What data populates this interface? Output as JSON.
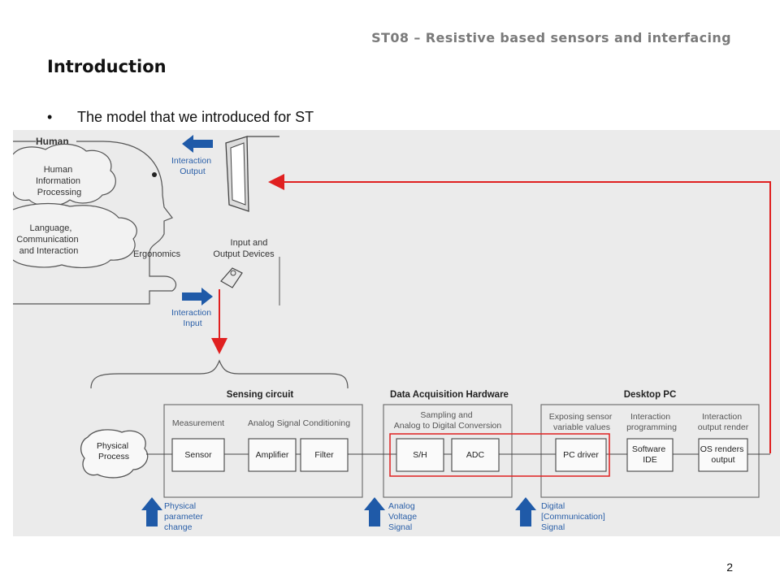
{
  "slide": {
    "course_title": "ST08 – Resistive based sensors and interfacing",
    "section_title": "Introduction",
    "bullet_marker": "•",
    "bullet_text": "The model that we introduced for ST",
    "page_number": "2"
  },
  "diagram": {
    "human_label": "Human",
    "human_info_processing": [
      "Human",
      "Information",
      "Processing"
    ],
    "language_comm": [
      "Language,",
      "Communication",
      "and Interaction"
    ],
    "ergonomics": "Ergonomics",
    "interaction_output": [
      "Interaction",
      "Output"
    ],
    "input_output_devices": [
      "Input and",
      "Output Devices"
    ],
    "interaction_input": [
      "Interaction",
      "Input"
    ],
    "sensing_circuit": "Sensing circuit",
    "data_acquisition": "Data Acquisition Hardware",
    "desktop_pc": "Desktop PC",
    "physical_process": [
      "Physical",
      "Process"
    ],
    "measurement": "Measurement",
    "analog_signal_conditioning": "Analog Signal Conditioning",
    "sampling_conversion": [
      "Sampling and",
      "Analog to Digital Conversion"
    ],
    "exposing_sensor": [
      "Exposing sensor",
      "variable values"
    ],
    "interaction_programming": [
      "Interaction",
      "programming"
    ],
    "interaction_output_render": [
      "Interaction",
      "output render"
    ],
    "sensor": "Sensor",
    "amplifier": "Amplifier",
    "filter": "Filter",
    "sh": "S/H",
    "adc": "ADC",
    "pc_driver": "PC driver",
    "software_ide": [
      "Software",
      "IDE"
    ],
    "os_renders": [
      "OS renders",
      "output"
    ],
    "physical_parameter_change": [
      "Physical",
      "parameter",
      "change"
    ],
    "analog_voltage_signal": [
      "Analog",
      "Voltage",
      "Signal"
    ],
    "digital_comm_signal": [
      "Digital",
      "[Communication]",
      "Signal"
    ],
    "colors": {
      "blue_arrow": "#1f5aa8",
      "red_line": "#e02020",
      "label_blue": "#2a5fa8"
    }
  }
}
